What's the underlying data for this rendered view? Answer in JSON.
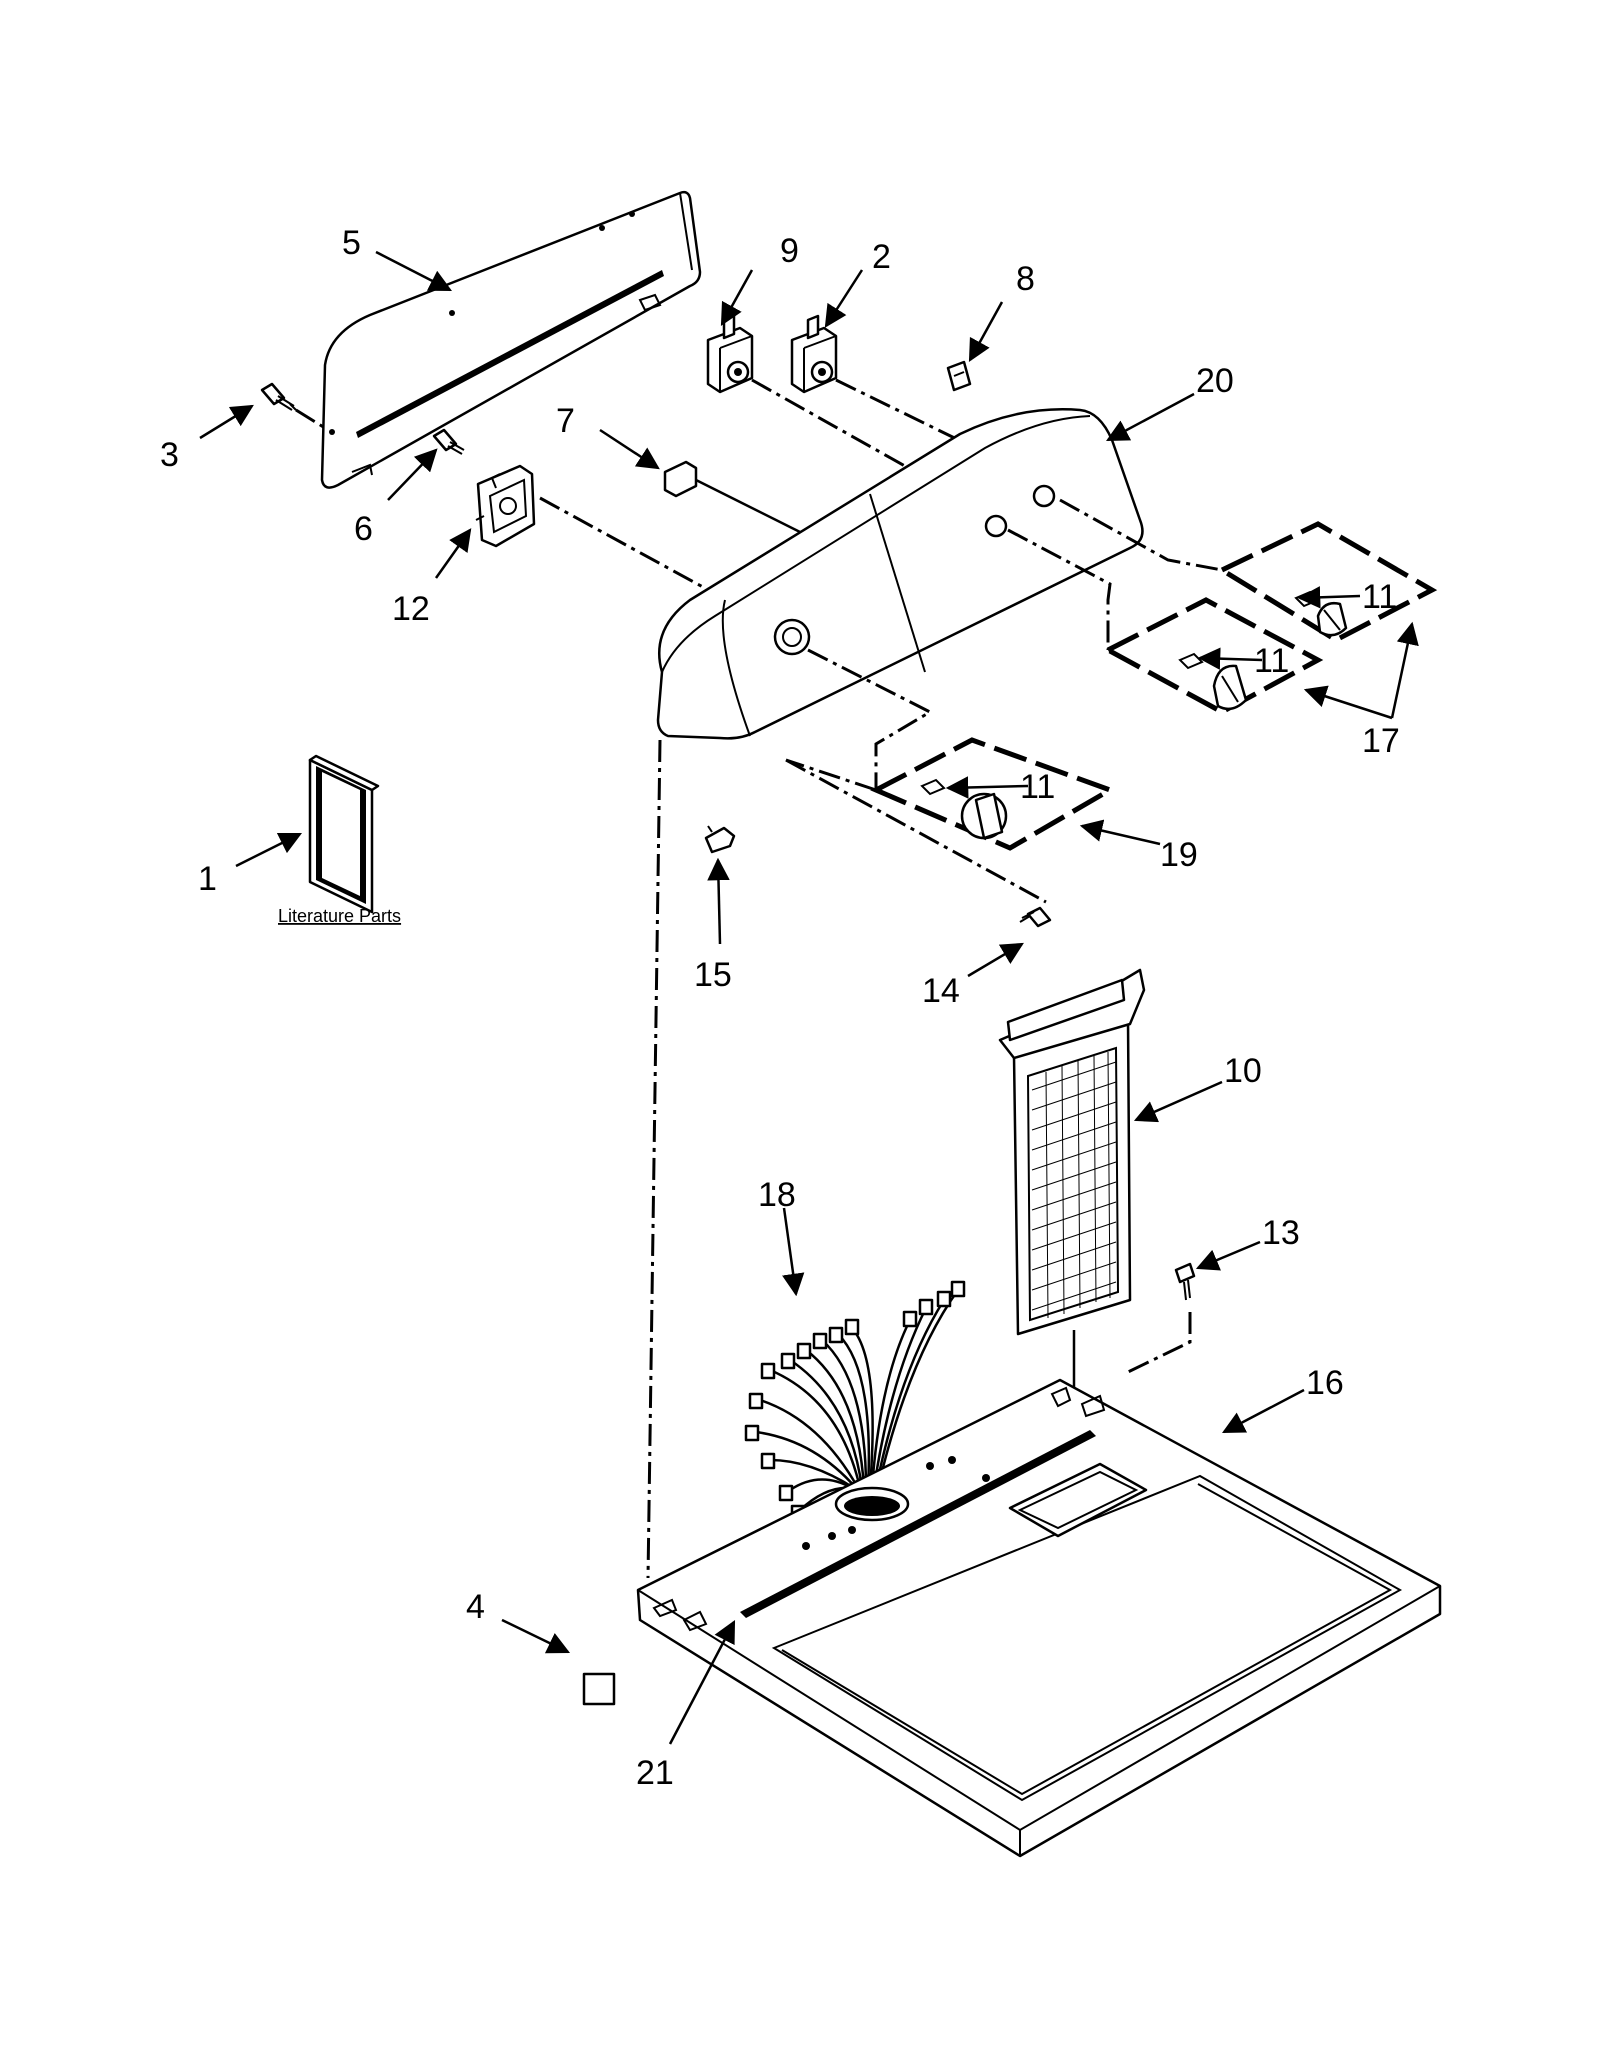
{
  "literature_caption": "Literature Parts",
  "callouts": [
    {
      "id": "1",
      "label": "1"
    },
    {
      "id": "2",
      "label": "2"
    },
    {
      "id": "3",
      "label": "3"
    },
    {
      "id": "4",
      "label": "4"
    },
    {
      "id": "5",
      "label": "5"
    },
    {
      "id": "6",
      "label": "6"
    },
    {
      "id": "7",
      "label": "7"
    },
    {
      "id": "8",
      "label": "8"
    },
    {
      "id": "9",
      "label": "9"
    },
    {
      "id": "10",
      "label": "10"
    },
    {
      "id": "11a",
      "label": "11"
    },
    {
      "id": "11b",
      "label": "11"
    },
    {
      "id": "11c",
      "label": "11"
    },
    {
      "id": "12",
      "label": "12"
    },
    {
      "id": "13",
      "label": "13"
    },
    {
      "id": "14",
      "label": "14"
    },
    {
      "id": "15",
      "label": "15"
    },
    {
      "id": "16",
      "label": "16"
    },
    {
      "id": "17",
      "label": "17"
    },
    {
      "id": "18",
      "label": "18"
    },
    {
      "id": "19",
      "label": "19"
    },
    {
      "id": "20",
      "label": "20"
    },
    {
      "id": "21",
      "label": "21"
    }
  ]
}
